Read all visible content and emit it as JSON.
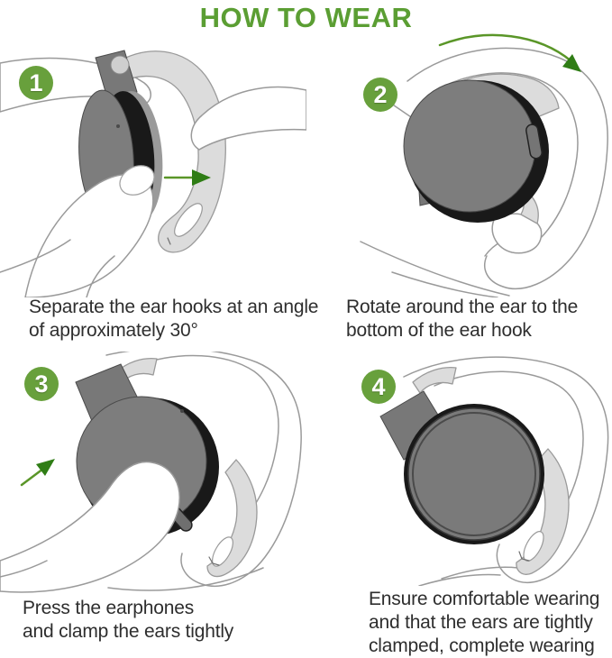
{
  "title": "HOW TO WEAR",
  "colors": {
    "background": "#ffffff",
    "title_green": "#5b9e33",
    "badge_green": "#68a03c",
    "arrow_green": "#2f7d15",
    "caption_text": "#2e2e2e",
    "earbud_gray": "#7d7d7d",
    "earbud_rim_black": "#191919",
    "hook_light_gray": "#dcdcdc",
    "sketch_outline_gray": "#9a9a9a"
  },
  "steps": [
    {
      "number": "1",
      "caption": "Separate the ear hooks at an angle\nof approximately 30°",
      "illustration": "hands-separating-earbud-and-ear-hook",
      "arrow_icon": "right-arrow-icon"
    },
    {
      "number": "2",
      "caption": "Rotate around the ear to the\nbottom of the ear hook",
      "illustration": "earbud-rotating-around-ear",
      "arrow_icon": "curved-clockwise-arrow-icon"
    },
    {
      "number": "3",
      "caption": "Press the earphones\nand clamp the ears tightly",
      "illustration": "finger-pressing-earbud-on-ear",
      "arrow_icon": "up-right-arrow-icon"
    },
    {
      "number": "4",
      "caption": "Ensure comfortable wearing\nand that the ears are tightly\nclamped, complete wearing",
      "illustration": "earbud-fully-worn-on-ear",
      "arrow_icon": ""
    }
  ]
}
